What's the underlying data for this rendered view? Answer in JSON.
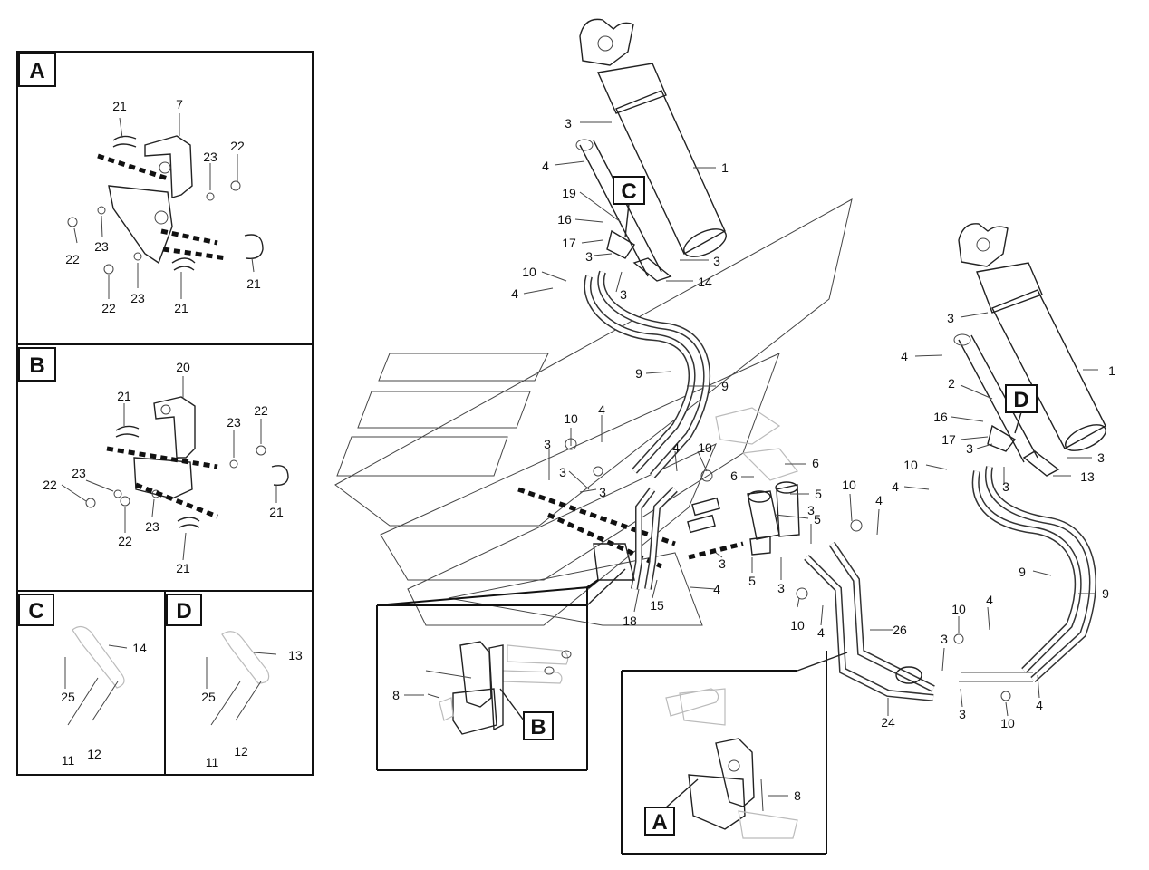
{
  "panels": {
    "A": {
      "letter": "A",
      "labels": [
        "21",
        "7",
        "23",
        "22",
        "22",
        "23",
        "21",
        "22",
        "23",
        "21"
      ]
    },
    "B": {
      "letter": "B",
      "labels": [
        "20",
        "21",
        "23",
        "22",
        "23",
        "22",
        "23",
        "21",
        "22",
        "21"
      ]
    },
    "C": {
      "letter": "C",
      "labels": [
        "14",
        "25",
        "11",
        "12"
      ]
    },
    "D": {
      "letter": "D",
      "labels": [
        "13",
        "25",
        "11",
        "12"
      ]
    }
  },
  "main": {
    "callout_C": "C",
    "callout_D": "D",
    "labels_left_cylinder": [
      "3",
      "1",
      "4",
      "19",
      "16",
      "17",
      "3",
      "3",
      "10",
      "4",
      "3",
      "14"
    ],
    "labels_right_cylinder": [
      "3",
      "1",
      "4",
      "2",
      "16",
      "17",
      "3",
      "3",
      "10",
      "4",
      "3",
      "13"
    ],
    "labels_center": [
      "9",
      "9",
      "10",
      "4",
      "3",
      "4",
      "10",
      "3",
      "3",
      "6",
      "6",
      "5",
      "5",
      "10",
      "4",
      "3",
      "3",
      "15",
      "4",
      "18",
      "5",
      "3",
      "10",
      "4",
      "26",
      "9",
      "9",
      "10",
      "4",
      "3",
      "3",
      "4",
      "24",
      "3",
      "10"
    ],
    "inset_B": {
      "part": "8",
      "tag": "B"
    },
    "inset_A": {
      "part": "8",
      "tag": "A"
    }
  }
}
